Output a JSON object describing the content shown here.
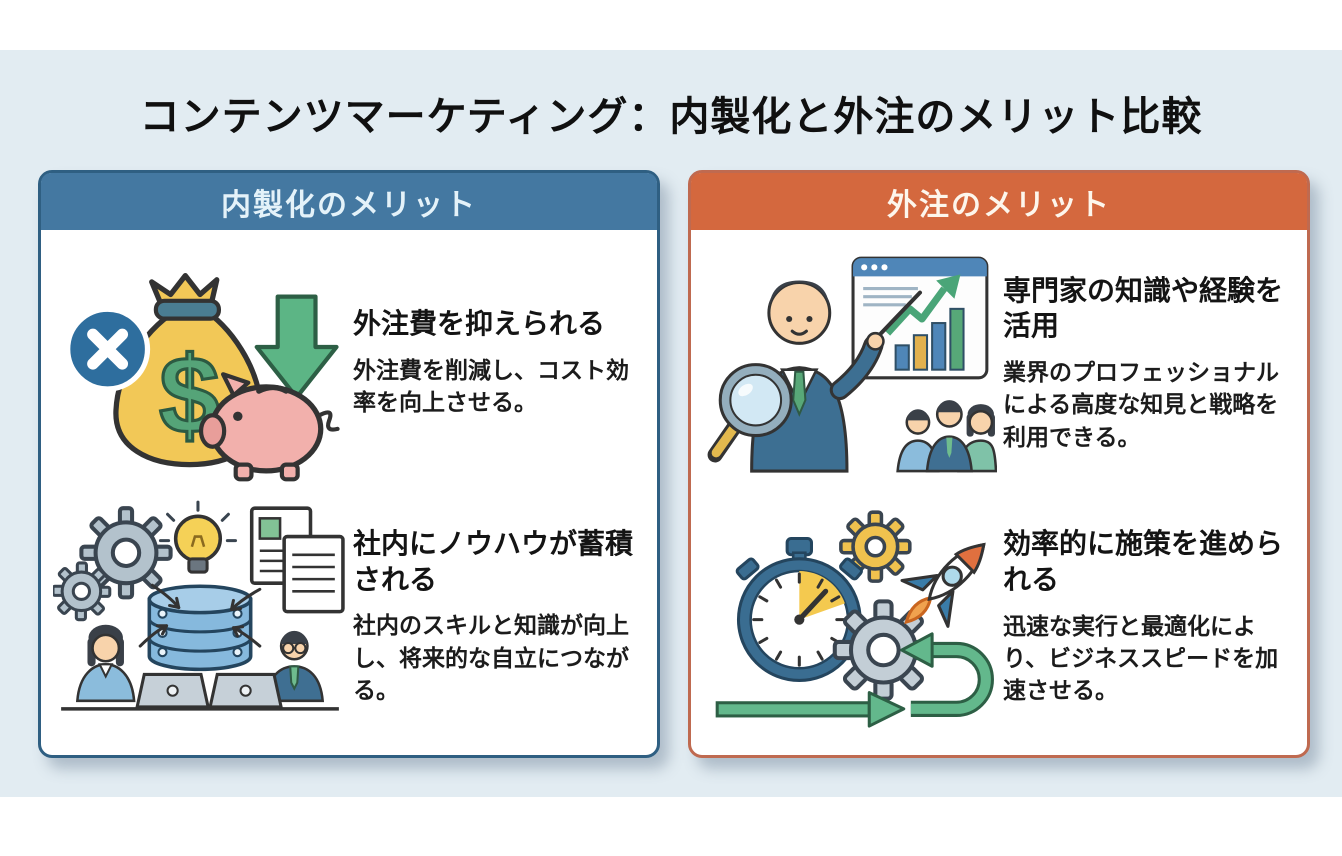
{
  "title": "コンテンツマーケティング：内製化と外注のメリット比較",
  "colors": {
    "page_bg": "#ffffff",
    "canvas_bg": "#e2ecf2",
    "left_header_bg": "#4478a1",
    "left_header_text": "#e4f2f9",
    "left_border": "#2f5f82",
    "right_header_bg": "#d4683e",
    "right_header_text": "#fdf6ec",
    "right_border": "#bf6a50",
    "heading_text": "#141414",
    "body_text": "#1c1c1c"
  },
  "panels": [
    {
      "id": "in-house",
      "header": "内製化のメリット",
      "items": [
        {
          "icon": "cost-reduction-illustration",
          "heading": "外注費を抑えられる",
          "body": "外注費を削減し、コスト効率を向上させる。"
        },
        {
          "icon": "knowledge-accumulation-illustration",
          "heading": "社内にノウハウが蓄積される",
          "body": "社内のスキルと知識が向上し、将来的な自立につながる。"
        }
      ]
    },
    {
      "id": "outsourcing",
      "header": "外注のメリット",
      "items": [
        {
          "icon": "expert-knowledge-illustration",
          "heading": "専門家の知識や経験を活用",
          "body": "業界のプロフェッショナルによる高度な知見と戦略を利用できる。"
        },
        {
          "icon": "speed-execution-illustration",
          "heading": "効率的に施策を進められる",
          "body": "迅速な実行と最適化により、ビジネススピードを加速させる。"
        }
      ]
    }
  ]
}
